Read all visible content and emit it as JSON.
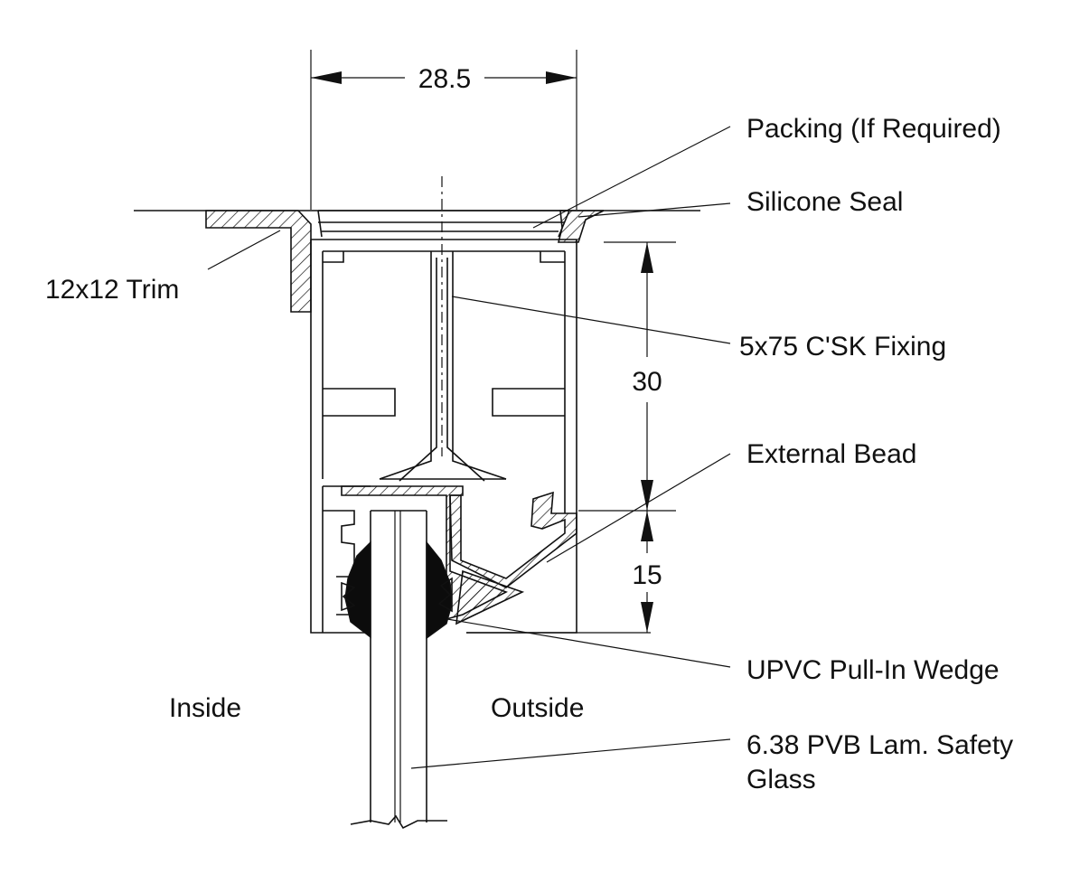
{
  "dimensions": {
    "width_label": "28.5",
    "upper_height_label": "30",
    "lower_height_label": "15"
  },
  "labels": {
    "packing": "Packing (If Required)",
    "silicone": "Silicone Seal",
    "trim": "12x12 Trim",
    "fixing": "5x75 C'SK Fixing",
    "bead": "External Bead",
    "wedge": "UPVC Pull-In Wedge",
    "glass_line1": "6.38 PVB Lam. Safety",
    "glass_line2": "Glass",
    "inside": "Inside",
    "outside": "Outside"
  }
}
